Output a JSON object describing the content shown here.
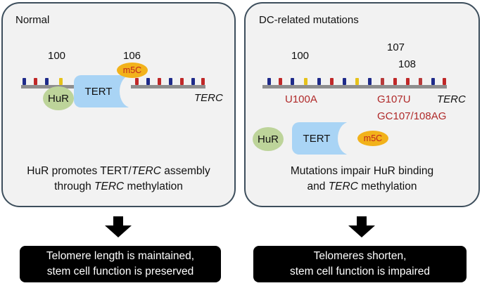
{
  "left_panel": {
    "title": "Normal",
    "pos_100": "100",
    "pos_106": "106",
    "hur": "HuR",
    "tert": "TERT",
    "m5c": "m5C",
    "terc": "TERC",
    "caption_part1": "HuR promotes TERT/",
    "caption_italic1": "TERC",
    "caption_part2": " assembly",
    "caption_line2_pre": "through ",
    "caption_italic2": "TERC",
    "caption_line2_post": " methylation"
  },
  "right_panel": {
    "title": "DC-related mutations",
    "pos_100": "100",
    "pos_107": "107",
    "pos_108": "108",
    "mut_u100a": "U100A",
    "mut_g107u": "G107U",
    "mut_gc107": "GC107/108AG",
    "terc": "TERC",
    "hur": "HuR",
    "tert": "TERT",
    "m5c": "m5C",
    "caption_line1": "Mutations impair HuR binding",
    "caption_line2_pre": "and ",
    "caption_italic": "TERC",
    "caption_line2_post": " methylation"
  },
  "outcomes": {
    "left_line1": "Telomere length is maintained,",
    "left_line2": "stem cell function is preserved",
    "right_line1": "Telomeres shorten,",
    "right_line2": "stem cell function is impaired"
  },
  "colors": {
    "panel_border": "#3d4e5c",
    "panel_fill": "#f2f2f2",
    "hur": "#bdd49a",
    "tert": "#a9d4f5",
    "m5c": "#f2b21b",
    "mutation_text": "#b02a2a",
    "nucleotide_navy": "#1f2b8a",
    "nucleotide_red": "#c02828",
    "nucleotide_yellow": "#e6c21a"
  }
}
